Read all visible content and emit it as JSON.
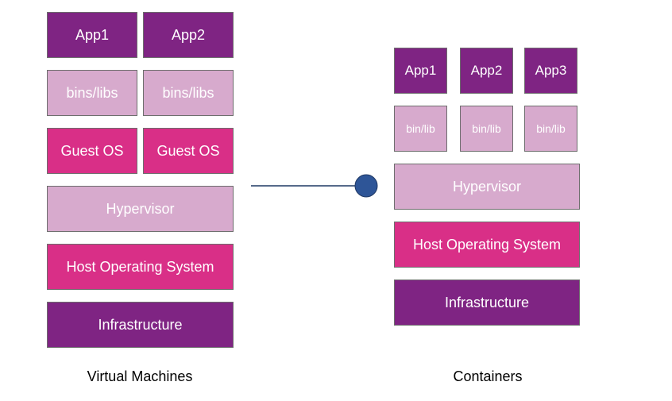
{
  "virtual_machines": {
    "caption": "Virtual Machines",
    "apps": [
      "App1",
      "App2"
    ],
    "bins_libs": [
      "bins/libs",
      "bins/libs"
    ],
    "guest_os": [
      "Guest OS",
      "Guest OS"
    ],
    "hypervisor": "Hypervisor",
    "host_os": "Host Operating System",
    "infrastructure": "Infrastructure"
  },
  "containers": {
    "caption": "Containers",
    "apps": [
      "App1",
      "App2",
      "App3"
    ],
    "bin_lib": [
      "bin/lib",
      "bin/lib",
      "bin/lib"
    ],
    "hypervisor": "Hypervisor",
    "host_os": "Host Operating System",
    "infrastructure": "Infrastructure"
  },
  "colors": {
    "purple": "#7f2483",
    "magenta": "#d92f87",
    "light_pink": "#d7aacd",
    "connector_dot": "#2e5597",
    "connector_line": "#1f3864"
  }
}
